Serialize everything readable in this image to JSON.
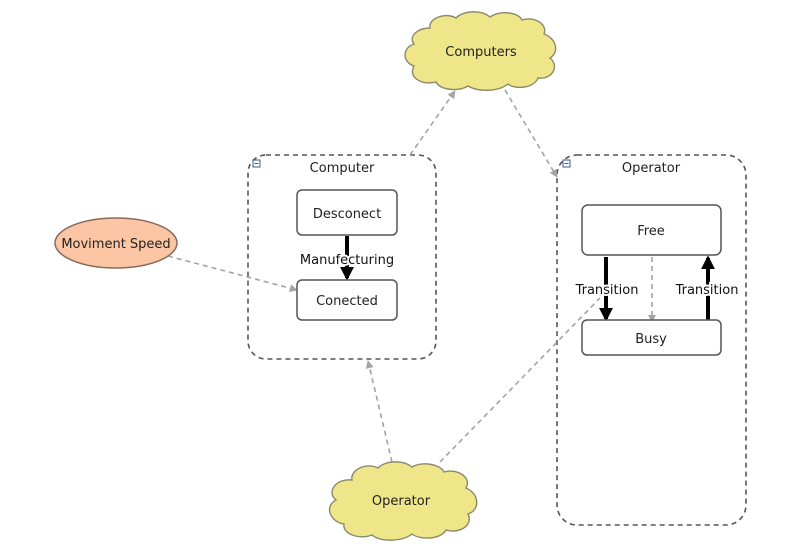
{
  "nodes": {
    "computers_cloud": "Computers",
    "operator_cloud": "Operator",
    "moviment_speed": "Moviment Speed",
    "computer_group": "Computer",
    "operator_group": "Operator",
    "desconect": "Desconect",
    "conected": "Conected",
    "free": "Free",
    "busy": "Busy"
  },
  "edges": {
    "manufecturing": "Manufecturing",
    "transition_down": "Transition",
    "transition_up": "Transition"
  },
  "colors": {
    "cloud_fill": "#efe68a",
    "cloud_stroke": "#8a8a6a",
    "ellipse_fill": "#fcc6a4",
    "ellipse_stroke": "#8a6a5a",
    "dashed_link": "#a3a3a3",
    "group_border": "#555555",
    "state_border": "#555555",
    "solid_arrow": "#000000"
  }
}
